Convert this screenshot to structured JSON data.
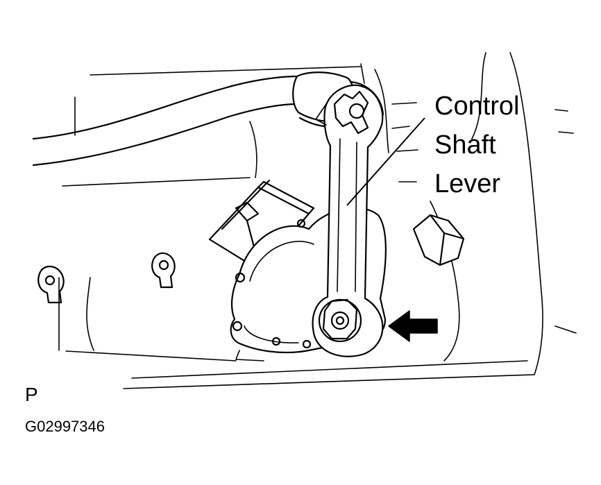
{
  "labels": {
    "callout_lines": [
      "Control",
      "Shaft",
      "Lever"
    ],
    "view_letter": "P",
    "figure_id": "G02997346"
  },
  "icons": {
    "direction_arrow": "left-arrow-icon"
  },
  "colors": {
    "ink": "#000000",
    "background": "#ffffff"
  }
}
